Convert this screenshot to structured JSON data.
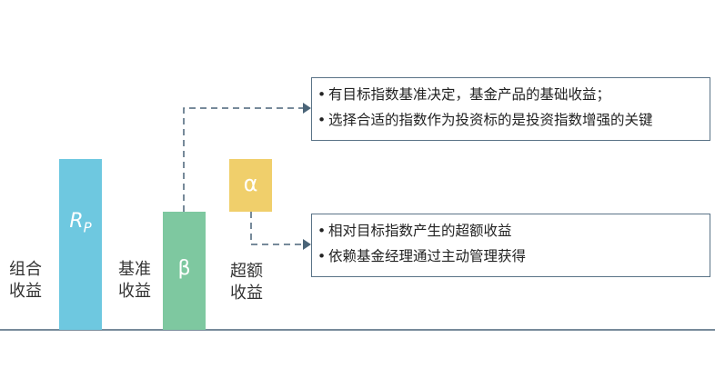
{
  "labels": {
    "portfolio": [
      "组合",
      "收益"
    ],
    "benchmark": [
      "基准",
      "收益"
    ],
    "excess": [
      "超额",
      "收益"
    ]
  },
  "bars": {
    "rp": {
      "symbol_main": "R",
      "symbol_sub": "P",
      "color": "#6ec8e0"
    },
    "beta": {
      "symbol": "β",
      "color": "#7ec8a0"
    },
    "alpha": {
      "symbol": "α",
      "color": "#f0cf6b"
    }
  },
  "box_top": {
    "bullet": "•",
    "lines": [
      "有目标指数基准决定，基金产品的基础收益；",
      "选择合适的指数作为投资标的是投资指数增强的关键"
    ]
  },
  "box_bottom": {
    "bullet": "•",
    "lines": [
      "相对目标指数产生的超额收益",
      "依赖基金经理通过主动管理获得"
    ]
  },
  "colors": {
    "baseline": "#4a6478",
    "connector": "#4a6478",
    "box_border": "#5a7387"
  }
}
